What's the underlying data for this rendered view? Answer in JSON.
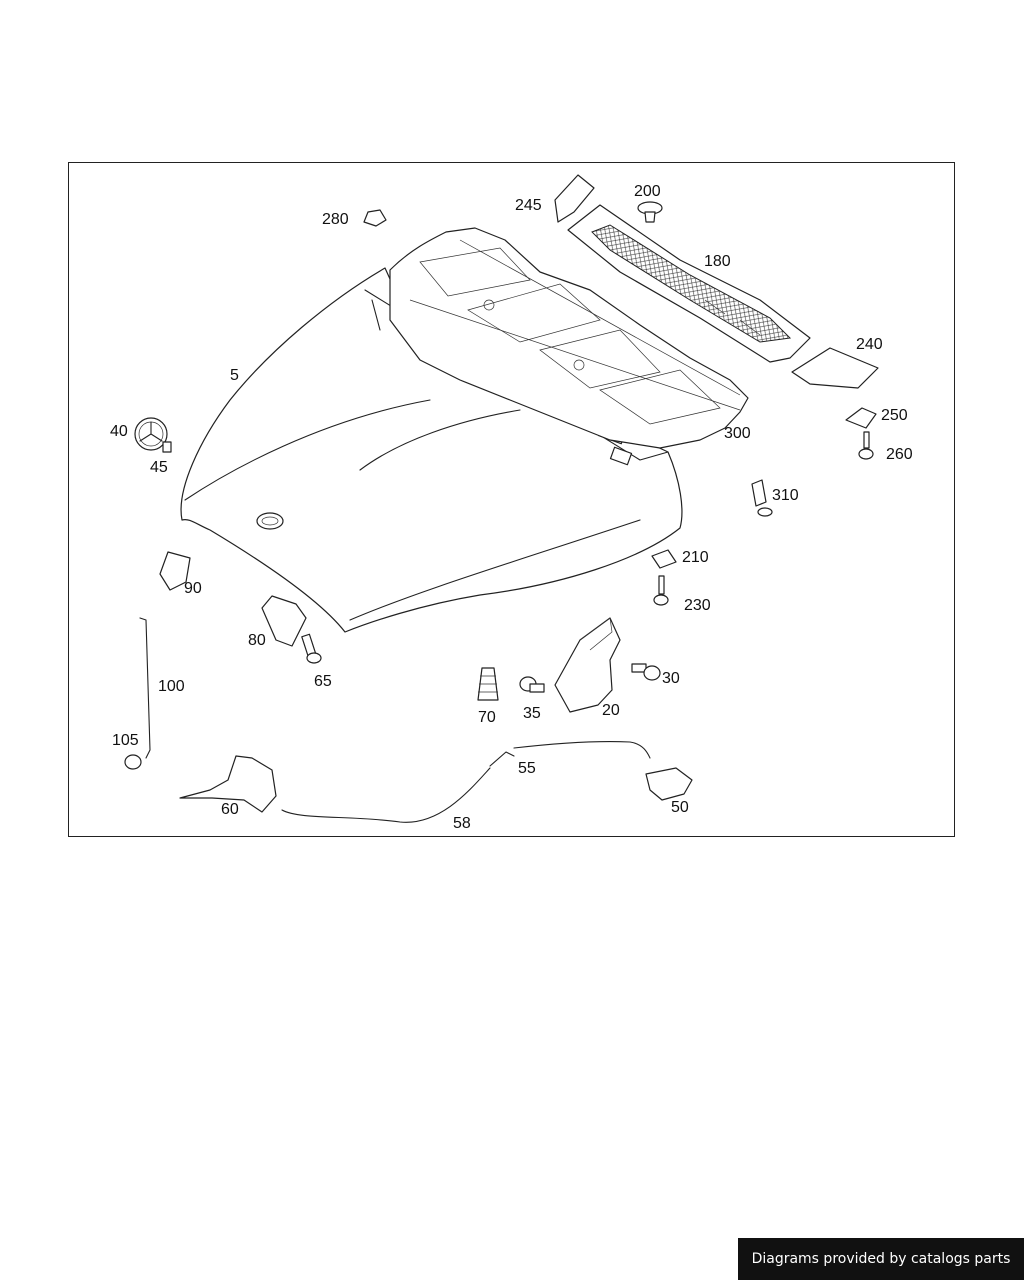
{
  "diagram": {
    "callouts": [
      "5",
      "20",
      "30",
      "35",
      "40",
      "45",
      "50",
      "55",
      "58",
      "60",
      "65",
      "70",
      "80",
      "90",
      "100",
      "105",
      "180",
      "200",
      "210",
      "230",
      "240",
      "245",
      "250",
      "260",
      "280",
      "300",
      "310"
    ]
  },
  "footer": {
    "credit": "Diagrams provided by catalogs parts"
  }
}
